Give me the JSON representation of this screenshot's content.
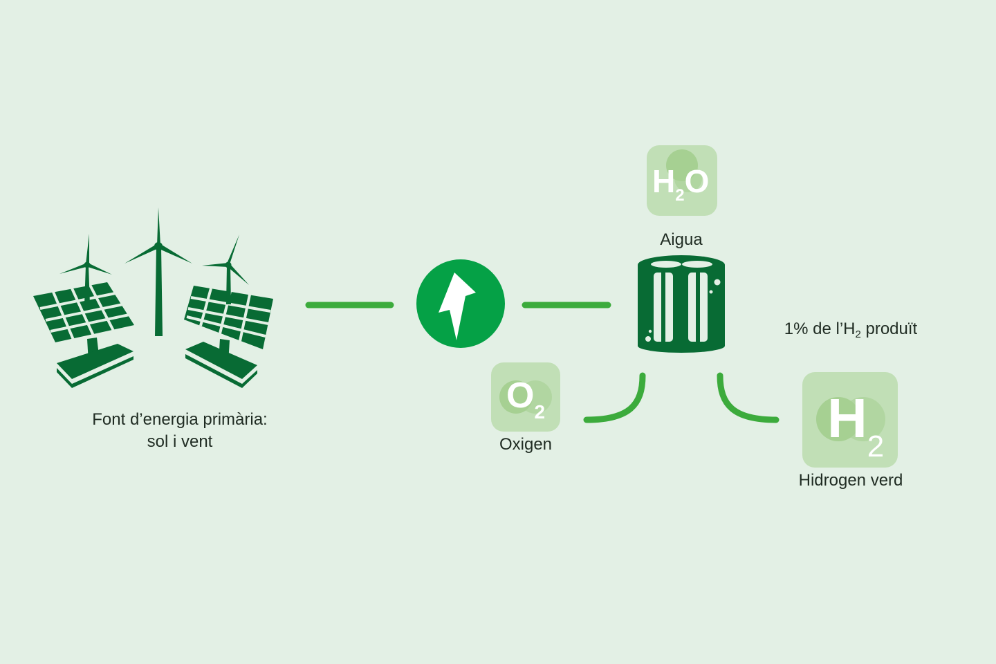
{
  "labels": {
    "source_line1": "Font d’energia primària:",
    "source_line2": "sol i vent",
    "water": "Aigua",
    "oxygen": "Oxigen",
    "hydrogen": "Hidrogen verd",
    "usage_prefix": "1% de l’H",
    "usage_sub": "2",
    "usage_suffix": " produït"
  },
  "chips": {
    "water": {
      "a": "H",
      "sub": "2",
      "b": "O"
    },
    "oxygen": {
      "main": "O",
      "sub": "2"
    },
    "hydrogen": {
      "main": "H",
      "sub": "2"
    }
  },
  "icons": {
    "source": "solar-panels-and-wind-turbines-icon",
    "electricity": "lightning-bolt-icon",
    "electrolyzer": "electrolyzer-icon"
  },
  "colors": {
    "background": "#e3f0e5",
    "dark_green": "#086b34",
    "bright_green": "#05a146",
    "line_green": "#3cab3c",
    "chip": "#c1dfb6",
    "chip_blob": "#a6d092"
  }
}
